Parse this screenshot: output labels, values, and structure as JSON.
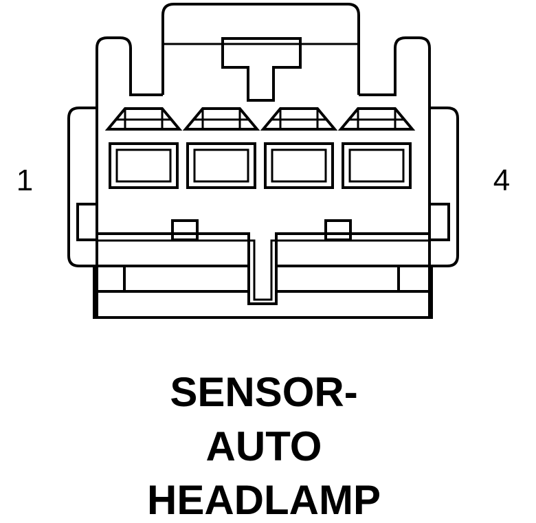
{
  "connector": {
    "pin_count": 4,
    "pin_left_label": "1",
    "pin_right_label": "4"
  },
  "title": {
    "line1": "SENSOR-",
    "line2": "AUTO",
    "line3": "HEADLAMP"
  }
}
